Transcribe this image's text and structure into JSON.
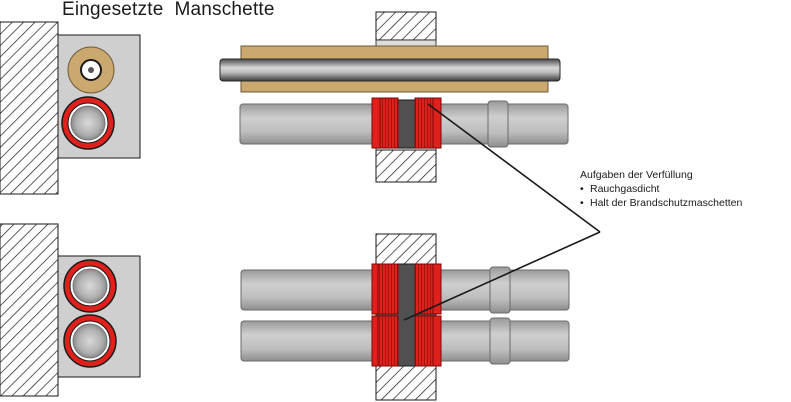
{
  "title": "Eingesetzte  Manschette",
  "note": {
    "heading": "Aufgaben der Verfüllung",
    "items": [
      "Rauchgasdicht",
      "Halt der Brandschutzmaschetten"
    ]
  },
  "colors": {
    "wall_hatch": "#1a1a1a",
    "pipe_gray": "#b8b8b8",
    "collar_red": "#e0201b",
    "filling_dark": "#505050",
    "insulation_tan": "#caa86e",
    "panel_gray": "#cfcfcf"
  }
}
